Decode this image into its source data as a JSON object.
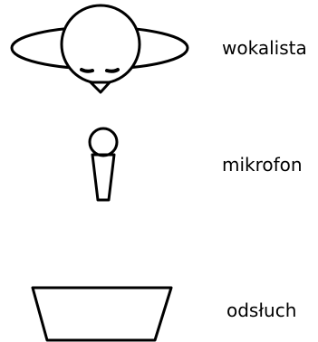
{
  "legend": {
    "items": [
      {
        "id": "vocalist",
        "label": "wokalista",
        "icon": "vocalist-icon"
      },
      {
        "id": "microphone",
        "label": "mikrofon",
        "icon": "microphone-icon"
      },
      {
        "id": "monitor",
        "label": "odsłuch",
        "icon": "stage-monitor-icon"
      }
    ]
  },
  "colors": {
    "stroke": "#000000",
    "background": "#ffffff"
  }
}
